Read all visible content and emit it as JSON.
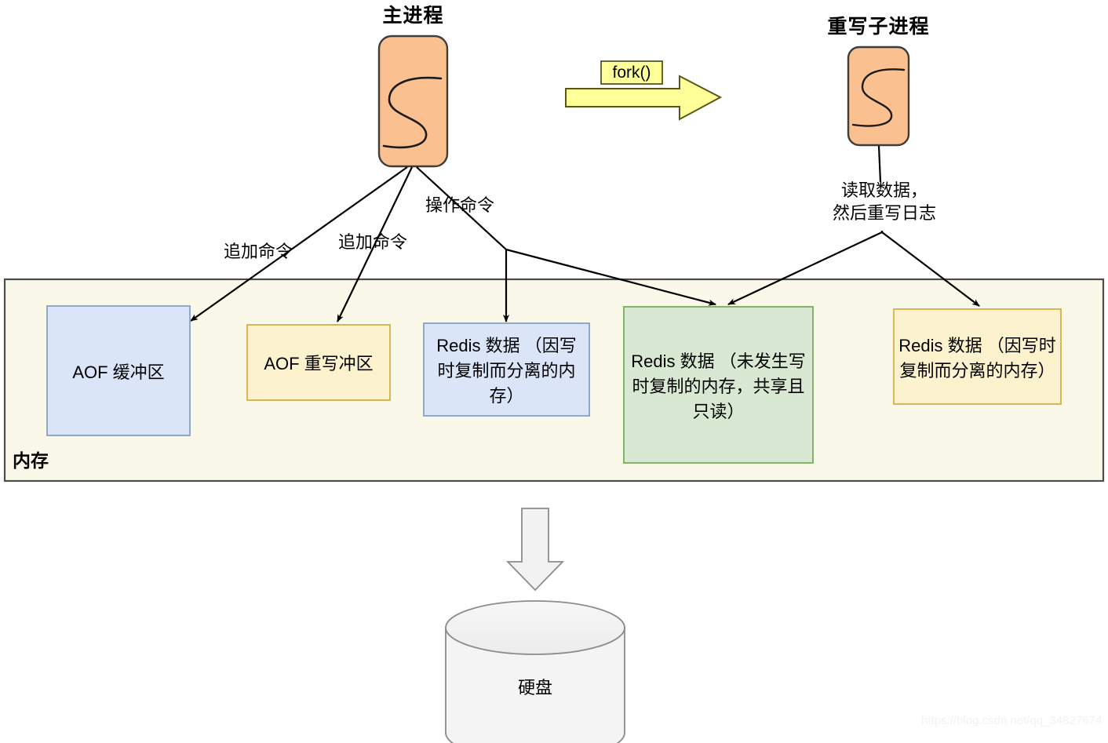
{
  "diagram": {
    "title_main_process": "主进程",
    "title_child_process": "重写子进程",
    "fork_label": "fork()",
    "memory_label": "内存",
    "disk_label": "硬盘",
    "watermark": "https://blog.csdn.net/qq_34827674"
  },
  "edges": {
    "append_cmd_1": "追加命令",
    "append_cmd_2": "追加命令",
    "operate_cmd": "操作命令",
    "child_read": "读取数据，\n然后重写日志"
  },
  "boxes": {
    "aof_buffer": "AOF 缓冲区",
    "aof_rewrite_buffer": "AOF 重写冲区",
    "redis_data_cow_left": "Redis 数据\n（因写时复制而分离的内存）",
    "redis_data_shared": "Redis 数据\n（未发生写时复制的内存，共享且只读）",
    "redis_data_cow_right": "Redis 数据\n（因写时复制而分离的内存）"
  },
  "colors": {
    "process_fill": "#fac090",
    "process_stroke": "#3d3d3d",
    "memory_fill": "#faf8e8",
    "memory_stroke": "#4d4d4d",
    "blue_fill": "#dae5f8",
    "blue_stroke": "#8fa8cf",
    "yellow_fill": "#fcf2cd",
    "yellow_stroke": "#d6b656",
    "green_fill": "#d8e8d2",
    "green_stroke": "#82b366",
    "fork_arrow_fill": "#ffff99",
    "fork_arrow_stroke": "#4d4d1a",
    "disk_fill": "#f2f2f2",
    "disk_stroke": "#808080",
    "edge_stroke": "#000000"
  }
}
